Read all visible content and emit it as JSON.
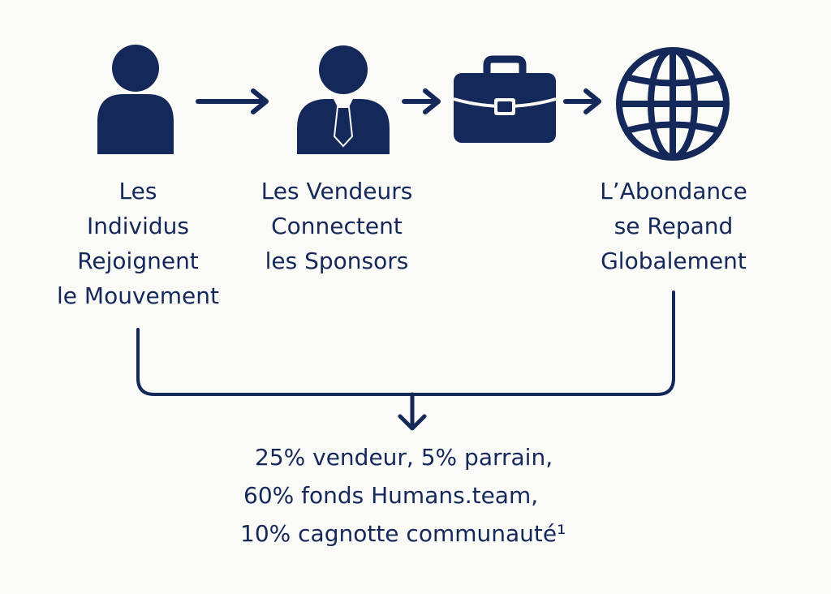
{
  "colors": {
    "background": "#fafaf7",
    "primary": "#14285a"
  },
  "steps": [
    {
      "icon": "person-icon",
      "lines": [
        "Les",
        "Individus",
        "Rejoignent",
        "le Mouvement"
      ]
    },
    {
      "icon": "businessman-icon",
      "lines": [
        "Les Vendeurs",
        "Connectent",
        "les Sponsors"
      ]
    },
    {
      "icon": "briefcase-icon",
      "lines": []
    },
    {
      "icon": "globe-icon",
      "lines": [
        "L’Abondance",
        "se Repand",
        "Globalement"
      ]
    }
  ],
  "distribution": {
    "line1": "25% vendeur, 5% parrain,",
    "line2": "60% fonds Humans.team,",
    "line3": "10% cagnotte communauté¹"
  }
}
